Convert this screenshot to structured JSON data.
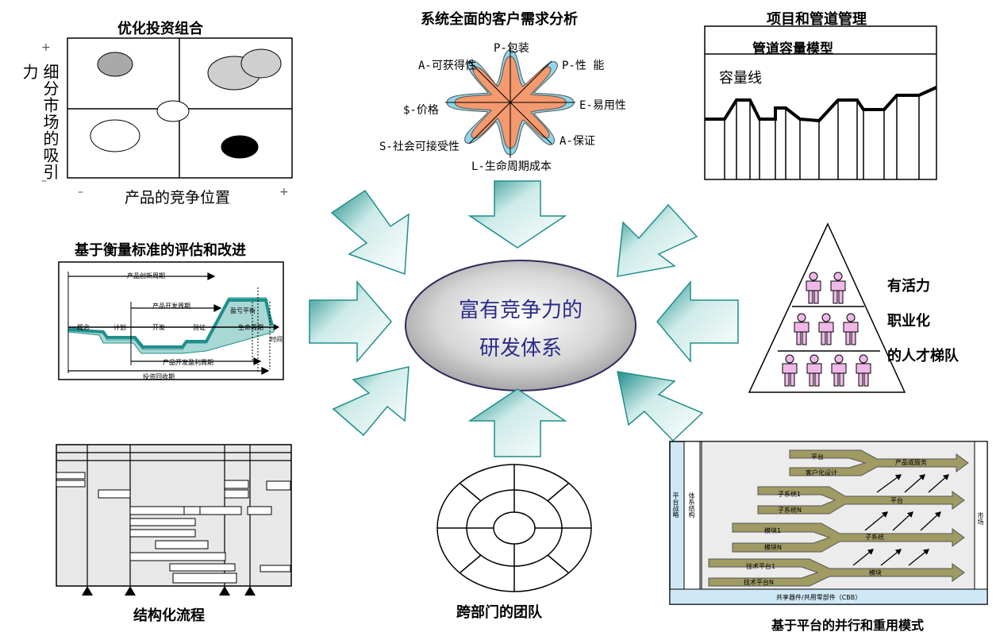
{
  "center": {
    "line1": "富有竞争力的",
    "line2": "研发体系"
  },
  "portfolio": {
    "title": "优化投资组合",
    "ylabel": "细分市场的吸引力",
    "xlabel": "产品的竞争位置",
    "plus": "+",
    "minus": "–"
  },
  "needs": {
    "title": "系统全面的客户需求分析",
    "labels": [
      "P-包装",
      "P-性 能",
      "E-易用性",
      "A-保证",
      "L-生命周期成本",
      "S-社会可接受性",
      "$-价格",
      "A-可获得性"
    ]
  },
  "pipeline": {
    "title": "项目和管道管理",
    "subtitle": "管道容量模型",
    "capacity": "容量线"
  },
  "metrics": {
    "title": "基于衡量标准的评估和改进",
    "labels": [
      "产品创新周期",
      "产品开发周期",
      "盈亏平衡",
      "时间",
      "产品开发盈利周期",
      "投资回收期",
      "概念",
      "计划",
      "开发",
      "验证",
      "生命周期"
    ]
  },
  "talent": {
    "lines": [
      "有活力",
      "职业化",
      "的人才梯队"
    ]
  },
  "process": {
    "title": "结构化流程"
  },
  "team": {
    "title": "跨部门的团队"
  },
  "platform": {
    "title": "基于平台的并行和重用模式",
    "labels": [
      "平台",
      "客户化设计",
      "产品或服务",
      "子系统1",
      "子系统N",
      "平台",
      "模块1",
      "模块N",
      "子系统",
      "技术平台1",
      "技术平台N",
      "模块",
      "共享器件/共用零部件（CBB）",
      "平台战略",
      "体系结构",
      "市场"
    ]
  },
  "colors": {
    "arrow": "#c6e8e4",
    "arrow_edge": "#1f8f8c",
    "star": "#f5996e",
    "star_bg": "#8fd6ea",
    "person": "#f0b8e8",
    "platform_arrow": "#a09a63"
  }
}
